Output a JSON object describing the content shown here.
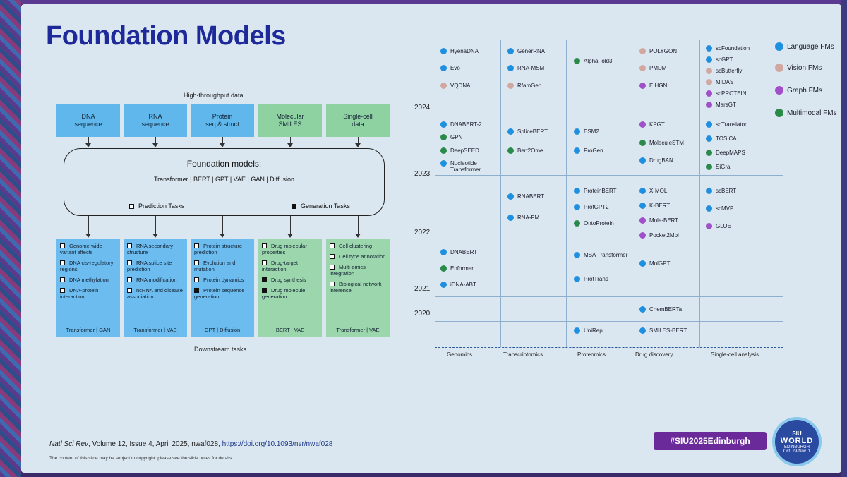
{
  "title": "Foundation Models",
  "high_throughput_label": "High-throughput data",
  "top_boxes": [
    "DNA\nsequence",
    "RNA\nsequence",
    "Protein\nseq & struct",
    "Molecular\nSMILES",
    "Single-cell\ndata"
  ],
  "fm": {
    "title": "Foundation models:",
    "subtitle": "Transformer | BERT | GPT | VAE | GAN | Diffusion",
    "prediction": "Prediction Tasks",
    "generation": "Generation Tasks"
  },
  "downstream_label": "Downstream tasks",
  "down_boxes": [
    {
      "items": [
        "Genome-wide variant effects",
        "DNA cis-regulatory regions",
        "DNA methylation",
        "DNA-protein interaction"
      ],
      "footer": "Transformer | GAN"
    },
    {
      "items": [
        "RNA secondary structure",
        "RNA splice site prediction",
        "RNA modification",
        "ncRNA and disease association"
      ],
      "footer": "Transformer | VAE"
    },
    {
      "items": [
        "Protein structure prediction",
        "Evolution and mutation",
        "Protein dynamics",
        "Protein sequence generation"
      ],
      "footer": "GPT | Diffusion"
    },
    {
      "items": [
        "Drug molecular properties",
        "Drug-target interaction",
        "Drug synthesis",
        "Drug molecule generation"
      ],
      "footer": "BERT | VAE"
    },
    {
      "items": [
        "Cell clustering",
        "Cell type annotation",
        "Multi-omics integration",
        "Biological network inference"
      ],
      "footer": "Transformer | VAE"
    }
  ],
  "years": [
    "2024",
    "2023",
    "2022",
    "2021",
    "2020"
  ],
  "categories": [
    "Genomics",
    "Transcriptomics",
    "Proteomics",
    "Drug discovery",
    "Single-cell analysis"
  ],
  "legend": [
    {
      "label": "Language FMs",
      "color": "#1f8fe0"
    },
    {
      "label": "Vision FMs",
      "color": "#d0a8a0"
    },
    {
      "label": "Graph FMs",
      "color": "#a050c8"
    },
    {
      "label": "Multimodal FMs",
      "color": "#2a8a4a"
    }
  ],
  "models": [
    {
      "name": "HyenaDNA",
      "type": "language"
    },
    {
      "name": "Evo",
      "type": "language"
    },
    {
      "name": "VQDNA",
      "type": "vision"
    },
    {
      "name": "GenerRNA",
      "type": "language"
    },
    {
      "name": "RNA-MSM",
      "type": "language"
    },
    {
      "name": "RfamGen",
      "type": "vision"
    },
    {
      "name": "AlphaFold3",
      "type": "multimodal"
    },
    {
      "name": "POLYGON",
      "type": "vision"
    },
    {
      "name": "PMDM",
      "type": "vision"
    },
    {
      "name": "EIHGN",
      "type": "graph"
    },
    {
      "name": "scFoundation",
      "type": "language"
    },
    {
      "name": "scGPT",
      "type": "language"
    },
    {
      "name": "scButterfly",
      "type": "vision"
    },
    {
      "name": "MIDAS",
      "type": "vision"
    },
    {
      "name": "scPROTEIN",
      "type": "graph"
    },
    {
      "name": "MarsGT",
      "type": "graph"
    },
    {
      "name": "DNABERT-2",
      "type": "language"
    },
    {
      "name": "GPN",
      "type": "multimodal"
    },
    {
      "name": "DeepSEED",
      "type": "multimodal"
    },
    {
      "name": "Nucleotide Transformer",
      "type": "language"
    },
    {
      "name": "SpliceBERT",
      "type": "language"
    },
    {
      "name": "Bert2Ome",
      "type": "multimodal"
    },
    {
      "name": "ESM2",
      "type": "language"
    },
    {
      "name": "ProGen",
      "type": "language"
    },
    {
      "name": "KPGT",
      "type": "graph"
    },
    {
      "name": "MoleculeSTM",
      "type": "multimodal"
    },
    {
      "name": "DrugBAN",
      "type": "language"
    },
    {
      "name": "scTranslator",
      "type": "language"
    },
    {
      "name": "TOSICA",
      "type": "language"
    },
    {
      "name": "DeepMAPS",
      "type": "multimodal"
    },
    {
      "name": "SiGra",
      "type": "multimodal"
    },
    {
      "name": "RNABERT",
      "type": "language"
    },
    {
      "name": "RNA-FM",
      "type": "language"
    },
    {
      "name": "ProteinBERT",
      "type": "language"
    },
    {
      "name": "ProtGPT2",
      "type": "language"
    },
    {
      "name": "OntoProtein",
      "type": "multimodal"
    },
    {
      "name": "X-MOL",
      "type": "language"
    },
    {
      "name": "K-BERT",
      "type": "language"
    },
    {
      "name": "Mole-BERT",
      "type": "graph"
    },
    {
      "name": "Pocket2Mol",
      "type": "graph"
    },
    {
      "name": "scBERT",
      "type": "language"
    },
    {
      "name": "scMVP",
      "type": "language"
    },
    {
      "name": "GLUE",
      "type": "graph"
    },
    {
      "name": "DNABERT",
      "type": "language"
    },
    {
      "name": "Enformer",
      "type": "multimodal"
    },
    {
      "name": "iDNA-ABT",
      "type": "language"
    },
    {
      "name": "MSA Transformer",
      "type": "language"
    },
    {
      "name": "ProtTrans",
      "type": "language"
    },
    {
      "name": "MolGPT",
      "type": "language"
    },
    {
      "name": "ChemBERTa",
      "type": "language"
    },
    {
      "name": "UniRep",
      "type": "language"
    },
    {
      "name": "SMILES-BERT",
      "type": "language"
    }
  ],
  "citation": {
    "journal": "Natl Sci Rev",
    "details": ", Volume 12, Issue 4, April 2025, nwaf028, ",
    "url": "https://doi.org/10.1093/nsr/nwaf028"
  },
  "note": "The content of this slide may be subject to copyright: please see the slide notes for details.",
  "hashtag": "#SIU2025Edinburgh",
  "logo": {
    "line1": "SIU",
    "line2": "WORLD",
    "line3": "EDINBURGH",
    "line4": "Oct. 29-Nov. 1"
  }
}
